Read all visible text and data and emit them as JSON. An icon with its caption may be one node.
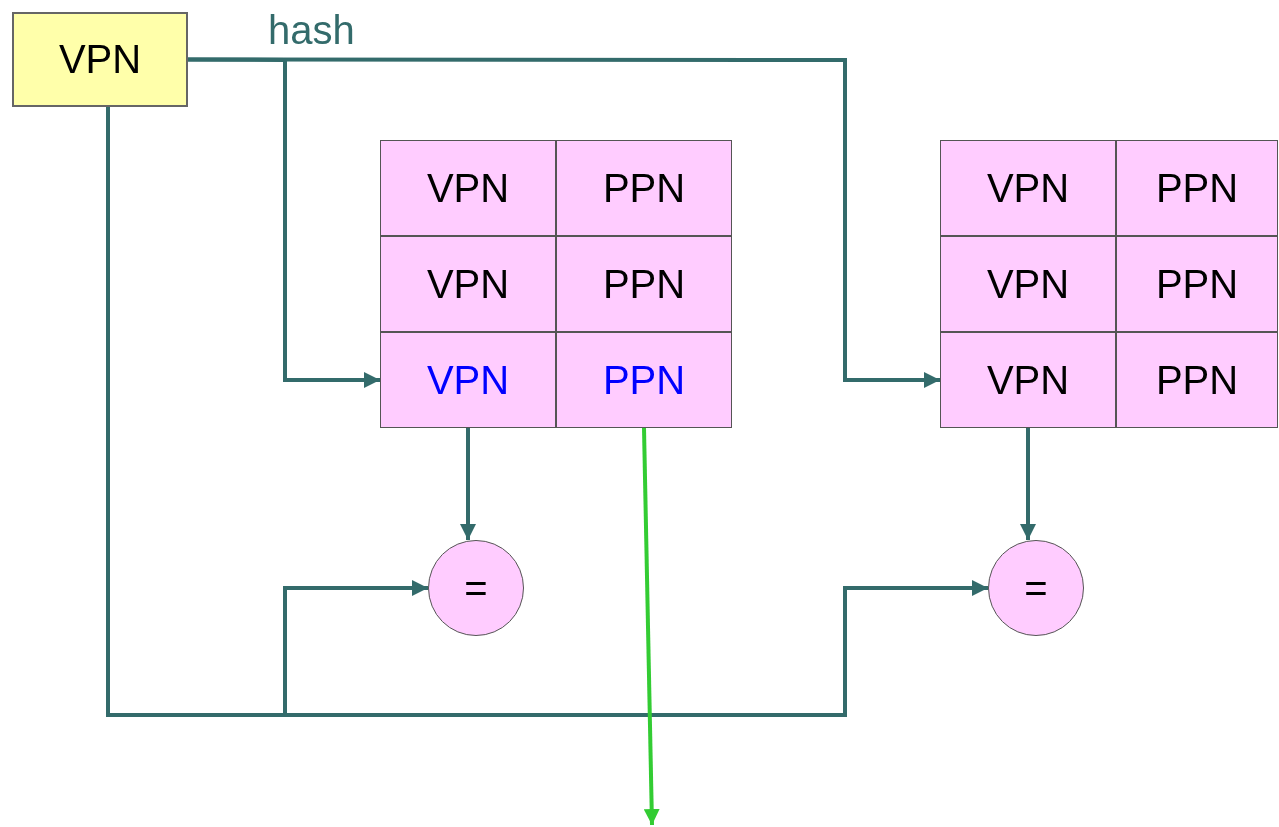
{
  "diagram": {
    "nodes": [
      {
        "text": [
          "VPN"
        ]
      },
      {
        "text": [
          "VPN"
        ]
      },
      {
        "text": [
          "PPN"
        ]
      },
      {
        "text": [
          "VPN"
        ]
      },
      {
        "text": [
          "PPN"
        ]
      },
      {
        "text": [
          "VPN"
        ]
      },
      {
        "text": [
          "PPN"
        ]
      },
      {
        "text": [
          "VPN"
        ]
      },
      {
        "text": [
          "PPN"
        ]
      },
      {
        "text": [
          "VPN"
        ]
      },
      {
        "text": [
          "PPN"
        ]
      },
      {
        "text": [
          "VPN"
        ]
      },
      {
        "text": [
          "PPN"
        ]
      },
      {
        "text": [
          "="
        ]
      },
      {
        "text": [
          "="
        ]
      }
    ],
    "edges": [
      {
        "from": 0,
        "to": 5,
        "arrow": "to",
        "label": "hash"
      },
      {
        "from": 0,
        "to": 11,
        "arrow": "to"
      },
      {
        "from": 5,
        "to": 13,
        "arrow": "to"
      },
      {
        "from": 11,
        "to": 14,
        "arrow": "to"
      },
      {
        "from": 0,
        "to": 13,
        "arrow": "to"
      },
      {
        "from": 0,
        "to": 14,
        "arrow": "to"
      },
      {
        "from": 6,
        "to": null,
        "arrow": "to",
        "color": "#33cc33"
      }
    ]
  }
}
